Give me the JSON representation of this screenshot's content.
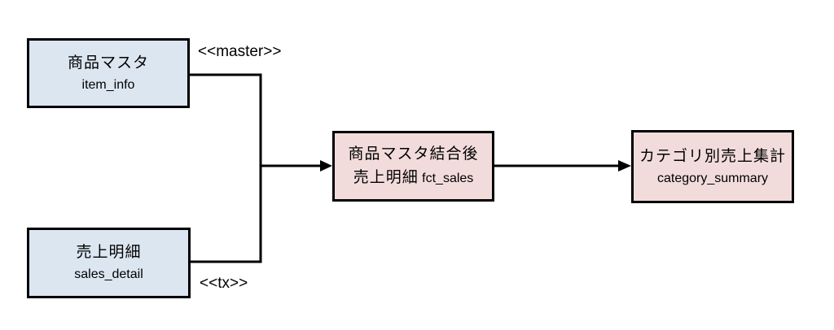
{
  "diagram": {
    "background_color": "#ffffff",
    "line_color": "#000000",
    "border_color": "#000000",
    "node_fill_blue": "#dce6f1",
    "node_fill_pink": "#f2dcdb",
    "nodes": [
      {
        "title": "商品マスタ",
        "subtitle": "item_info",
        "fill": "#dce6f1"
      },
      {
        "title": "売上明細",
        "subtitle": "sales_detail",
        "fill": "#dce6f1"
      },
      {
        "title": "商品マスタ結合後",
        "subtitle_jp": "売上明細",
        "subtitle_code": "fct_sales",
        "fill": "#f2dcdb"
      },
      {
        "title": "カテゴリ別売上集計",
        "subtitle": "category_summary",
        "fill": "#f2dcdb"
      }
    ],
    "edge_labels": [
      {
        "text": "<<master>>"
      },
      {
        "text": "<<tx>>"
      }
    ]
  }
}
